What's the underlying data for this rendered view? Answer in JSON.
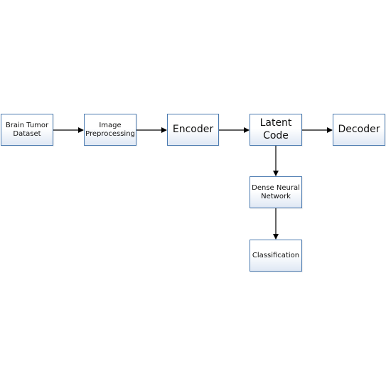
{
  "nodes": {
    "dataset": {
      "label": "Brain Tumor\nDataset"
    },
    "preprocessing": {
      "label": "Image\nPreprocessing"
    },
    "encoder": {
      "label": "Encoder"
    },
    "latent": {
      "label": "Latent\nCode"
    },
    "decoder": {
      "label": "Decoder"
    },
    "dense": {
      "label": "Dense Neural\nNetwork"
    },
    "classification": {
      "label": "Classification"
    }
  },
  "colors": {
    "border": "#4a7ab0",
    "fill_bottom": "#dfe8f4",
    "arrow": "#000000"
  }
}
